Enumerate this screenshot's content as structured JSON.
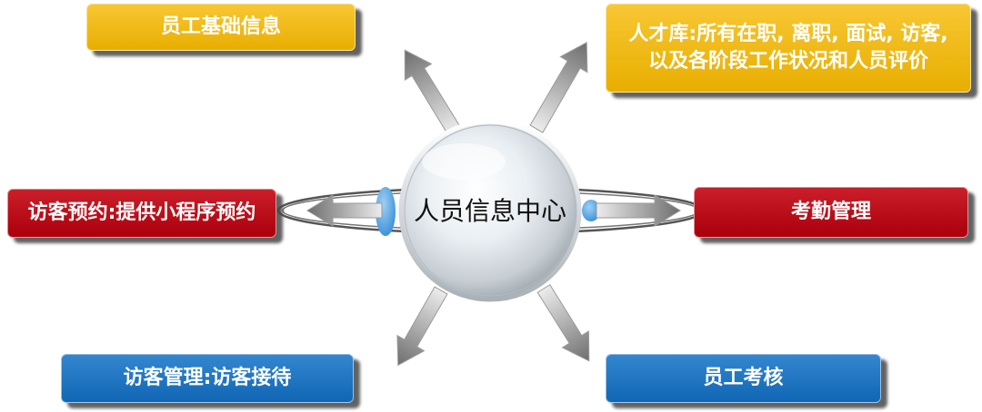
{
  "center": {
    "label": "人员信息中心"
  },
  "boxes": {
    "top_left": {
      "label": "员工基础信息"
    },
    "top_right": {
      "line1": "人才库:所有在职, 离职, 面试, 访客,",
      "line2": "以及各阶段工作状况和人员评价"
    },
    "mid_left": {
      "label": "访客预约:提供小程序预约"
    },
    "mid_right": {
      "label": "考勤管理"
    },
    "bottom_left": {
      "label": "访客管理:访客接待"
    },
    "bottom_right": {
      "label": "员工考核"
    }
  },
  "colors": {
    "yellow": "#f6b900",
    "red": "#c3000c",
    "blue": "#1272c8",
    "lens": "#3a8fd8",
    "arrow_light": "#ececec",
    "arrow_dark": "#6e6e6e"
  }
}
